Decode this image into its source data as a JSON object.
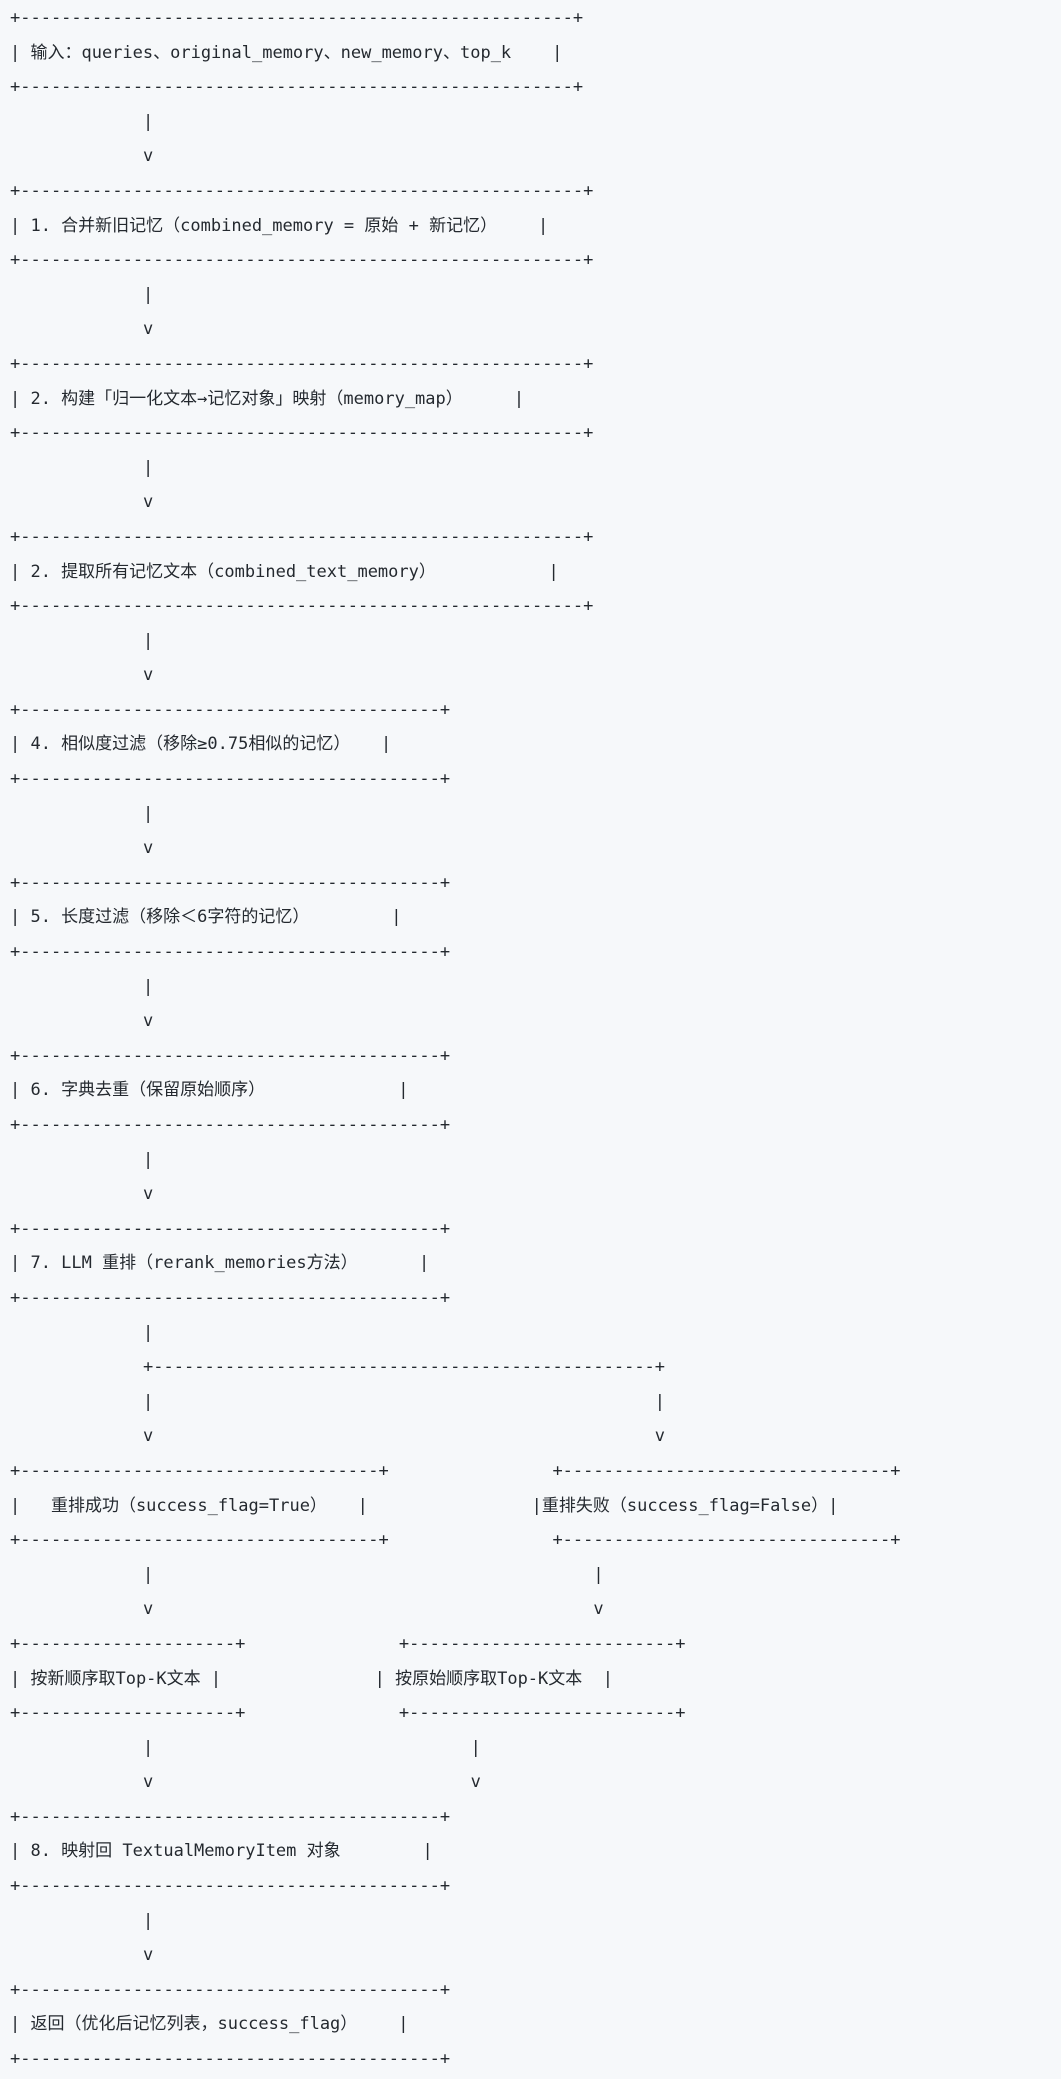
{
  "colors": {
    "background": "#f6f8fa",
    "text": "#24292f"
  },
  "flowchart": {
    "nodes": [
      {
        "id": "input",
        "label": "输入：queries、original_memory、new_memory、top_k"
      },
      {
        "id": "step-1",
        "label": "1. 合并新旧记忆（combined_memory = 原始 + 新记忆）"
      },
      {
        "id": "step-2",
        "label": "2. 构建「归一化文本→记忆对象」映射（memory_map）"
      },
      {
        "id": "step-2b",
        "label": "2. 提取所有记忆文本（combined_text_memory）"
      },
      {
        "id": "step-4",
        "label": "4. 相似度过滤（移除≥0.75相似的记忆）"
      },
      {
        "id": "step-5",
        "label": "5. 长度过滤（移除＜6字符的记忆）"
      },
      {
        "id": "step-6",
        "label": "6. 字典去重（保留原始顺序）"
      },
      {
        "id": "step-7",
        "label": "7. LLM 重排（rerank_memories方法）"
      },
      {
        "id": "branch-success",
        "label": "重排成功（success_flag=True）"
      },
      {
        "id": "branch-fail",
        "label": "重排失败（success_flag=False）"
      },
      {
        "id": "action-success",
        "label": "按新顺序取Top-K文本"
      },
      {
        "id": "action-fail",
        "label": "按原始顺序取Top-K文本"
      },
      {
        "id": "step-8",
        "label": "8. 映射回 TextualMemoryItem 对象"
      },
      {
        "id": "return",
        "label": "返回（优化后记忆列表，success_flag）"
      }
    ],
    "lines": [
      "+------------------------------------------------------+",
      "| 输入：queries、original_memory、new_memory、top_k    |",
      "+------------------------------------------------------+",
      "             |",
      "             v",
      "+-------------------------------------------------------+",
      "| 1. 合并新旧记忆（combined_memory = 原始 + 新记忆）    |",
      "+-------------------------------------------------------+",
      "             |",
      "             v",
      "+-------------------------------------------------------+",
      "| 2. 构建「归一化文本→记忆对象」映射（memory_map）     |",
      "+-------------------------------------------------------+",
      "             |",
      "             v",
      "+-------------------------------------------------------+",
      "| 2. 提取所有记忆文本（combined_text_memory）           |",
      "+-------------------------------------------------------+",
      "             |",
      "             v",
      "+-----------------------------------------+",
      "| 4. 相似度过滤（移除≥0.75相似的记忆）   |",
      "+-----------------------------------------+",
      "             |",
      "             v",
      "+-----------------------------------------+",
      "| 5. 长度过滤（移除＜6字符的记忆）        |",
      "+-----------------------------------------+",
      "             |",
      "             v",
      "+-----------------------------------------+",
      "| 6. 字典去重（保留原始顺序）             |",
      "+-----------------------------------------+",
      "             |",
      "             v",
      "+-----------------------------------------+",
      "| 7. LLM 重排（rerank_memories方法）      |",
      "+-----------------------------------------+",
      "             |",
      "             +-------------------------------------------------+",
      "             |                                                 |",
      "             v                                                 v",
      "+-----------------------------------+                +--------------------------------+",
      "|   重排成功（success_flag=True）   |                |重排失败（success_flag=False）|",
      "+-----------------------------------+                +--------------------------------+",
      "             |                                           |",
      "             v                                           v",
      "+---------------------+               +--------------------------+",
      "| 按新顺序取Top-K文本 |               | 按原始顺序取Top-K文本  |",
      "+---------------------+               +--------------------------+",
      "             |                               |",
      "             v                               v",
      "+-----------------------------------------+",
      "| 8. 映射回 TextualMemoryItem 对象        |",
      "+-----------------------------------------+",
      "             |",
      "             v",
      "+-----------------------------------------+",
      "| 返回（优化后记忆列表，success_flag）    |",
      "+-----------------------------------------+"
    ]
  }
}
